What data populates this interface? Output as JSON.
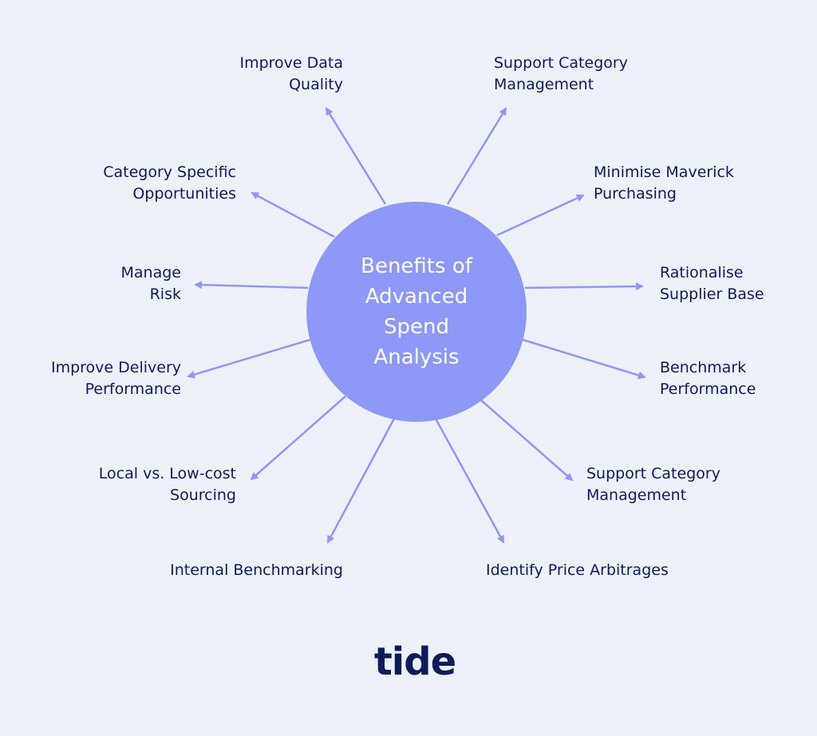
{
  "center": {
    "lines": [
      "Benefits of",
      "Advanced",
      "Spend",
      "Analysis"
    ]
  },
  "benefits": [
    {
      "id": "improve-data-quality",
      "lines": [
        "Improve Data",
        "Quality"
      ]
    },
    {
      "id": "support-category-management-top",
      "lines": [
        "Support Category",
        "Management"
      ]
    },
    {
      "id": "category-specific-opportunities",
      "lines": [
        "Category Specific",
        "Opportunities"
      ]
    },
    {
      "id": "minimise-maverick-purchasing",
      "lines": [
        "Minimise Maverick",
        "Purchasing"
      ]
    },
    {
      "id": "manage-risk",
      "lines": [
        "Manage",
        "Risk"
      ]
    },
    {
      "id": "rationalise-supplier-base",
      "lines": [
        "Rationalise",
        "Supplier Base"
      ]
    },
    {
      "id": "improve-delivery-performance",
      "lines": [
        "Improve Delivery",
        "Performance"
      ]
    },
    {
      "id": "benchmark-performance",
      "lines": [
        "Benchmark",
        "Performance"
      ]
    },
    {
      "id": "local-vs-low-cost-sourcing",
      "lines": [
        "Local vs. Low-cost",
        "Sourcing"
      ]
    },
    {
      "id": "support-category-management-bottom",
      "lines": [
        "Support Category",
        "Management"
      ]
    },
    {
      "id": "internal-benchmarking",
      "lines": [
        "Internal Benchmarking"
      ]
    },
    {
      "id": "identify-price-arbitrages",
      "lines": [
        "Identify Price Arbitrages"
      ]
    }
  ],
  "logo": {
    "text": "tide"
  },
  "colors": {
    "background": "#eef1fa",
    "circle": "#8f97f7",
    "arrow": "#8f97f7",
    "text": "#0f1b59"
  }
}
